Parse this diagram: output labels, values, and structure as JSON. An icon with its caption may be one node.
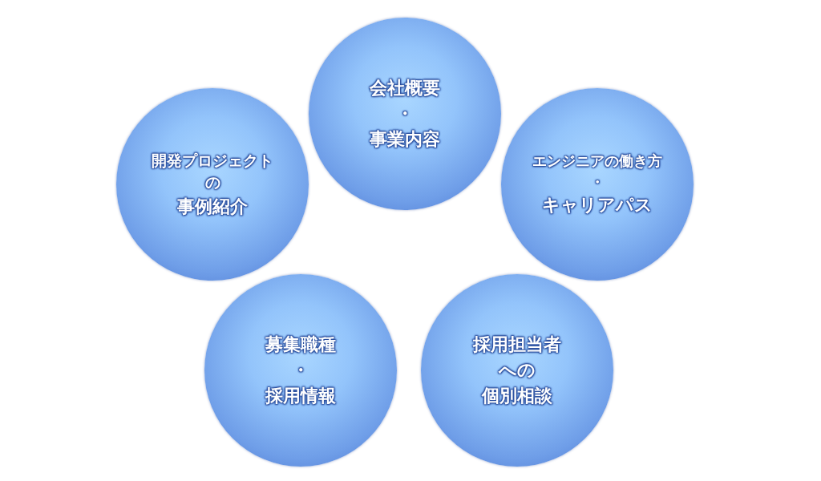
{
  "diagram": {
    "nodes": [
      {
        "text": [
          "会社概要",
          "・",
          "事業内容"
        ]
      },
      {
        "text": [
          "開発プロジェクト",
          "の",
          "事例紹介"
        ]
      },
      {
        "text": [
          "エンジニアの働き方",
          "・",
          "キャリアパス"
        ]
      },
      {
        "text": [
          "募集職種",
          "・",
          "採用情報"
        ]
      },
      {
        "text": [
          "採用担当者",
          "への",
          "個別相談"
        ]
      }
    ]
  }
}
